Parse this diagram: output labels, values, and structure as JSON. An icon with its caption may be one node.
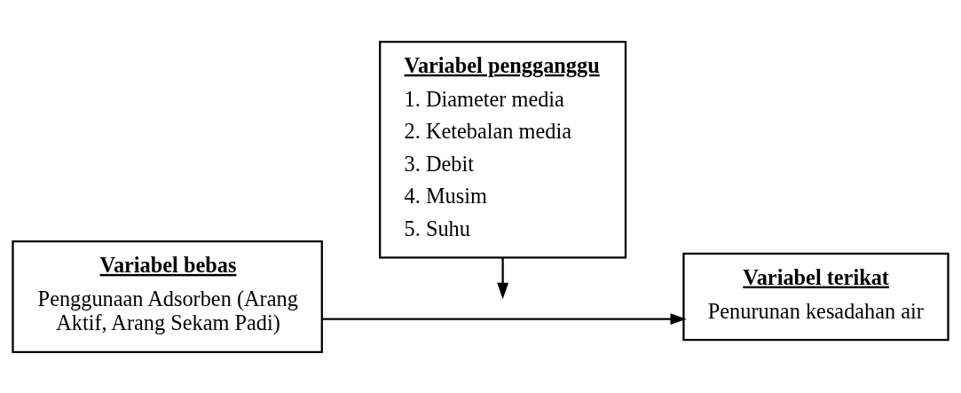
{
  "diagram": {
    "nodes": [
      {
        "text": [
          "Variabel bebas",
          "Penggunaan Adsorben (Arang Aktif, Arang Sekam Padi)"
        ]
      },
      {
        "text": [
          "Variabel terikat",
          "Penurunan kesadahan air"
        ]
      },
      {
        "text": [
          "Variabel pengganggu",
          "1. Diameter media",
          "2. Ketebalan media",
          "3. Debit",
          "4. Musim",
          "5. Suhu"
        ]
      }
    ],
    "edges": [
      {
        "from": 0,
        "to": 1,
        "arrow": "to"
      },
      {
        "from": 2,
        "to": null,
        "arrow": "to"
      }
    ]
  }
}
